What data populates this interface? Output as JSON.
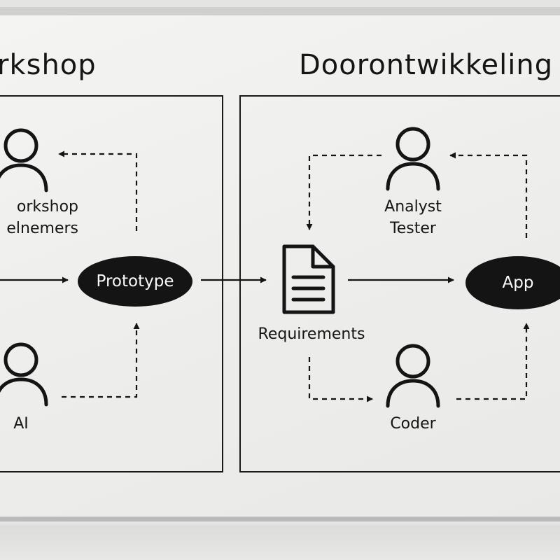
{
  "titles": {
    "left": "rkshop",
    "right": "Doorontwikkeling"
  },
  "left_section": {
    "participants_label_line1": "orkshop",
    "participants_label_line2": "elnemers",
    "ai_label": "AI",
    "prototype_label": "Prototype"
  },
  "right_section": {
    "analyst_line1": "Analyst",
    "analyst_line2": "Tester",
    "requirements_label": "Requirements",
    "app_label": "App",
    "coder_label": "Coder"
  },
  "icons": {
    "person": "person-icon",
    "document": "document-icon"
  },
  "colors": {
    "ink": "#141414",
    "board": "#f0f0ee",
    "frame": "#c4c5c6"
  }
}
